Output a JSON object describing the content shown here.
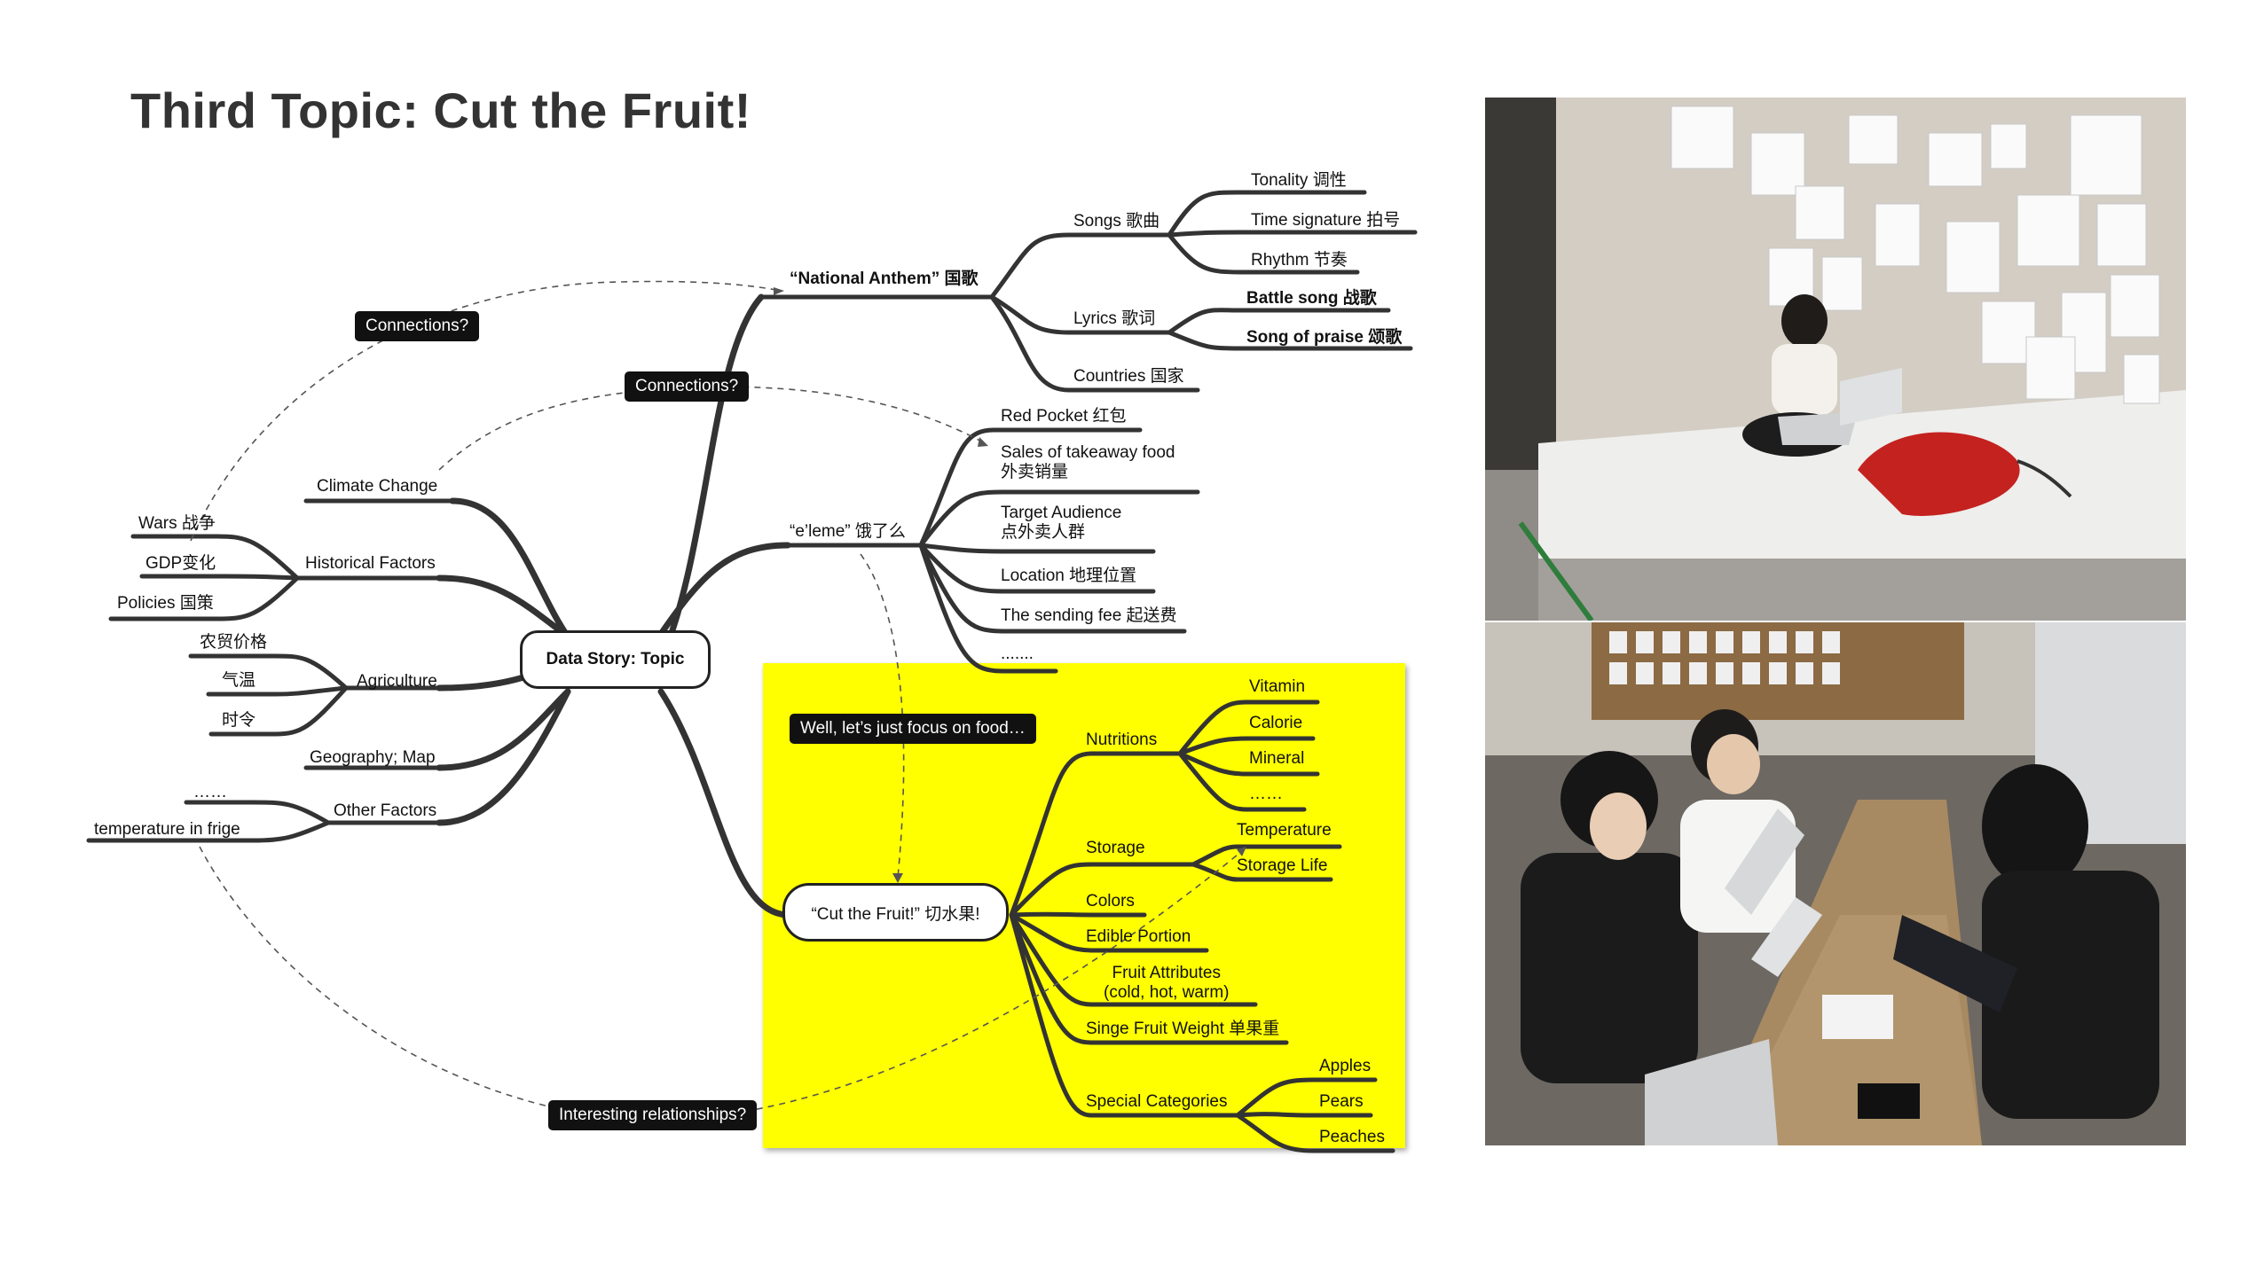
{
  "slide": {
    "title": "Third Topic: Cut the Fruit!"
  },
  "mindmap": {
    "central": "Data Story: Topic",
    "fruit_node": "“Cut the Fruit!” 切水果!",
    "branches": {
      "anthem": "“National Anthem” 国歌",
      "songs": "Songs 歌曲",
      "tonality": "Tonality 调性",
      "time_signature": "Time signature 拍号",
      "rhythm": "Rhythm 节奏",
      "lyrics": "Lyrics 歌词",
      "battle_song": "Battle song 战歌",
      "song_of_praise": "Song of praise 颂歌",
      "countries": "Countries 国家",
      "eleme": "“e’leme” 饿了么",
      "red_pocket": "Red Pocket 红包",
      "sales_line1": "Sales of takeaway food",
      "sales_line2": "外卖销量",
      "target_line1": "Target Audience",
      "target_line2": "点外卖人群",
      "location": "Location 地理位置",
      "sending_fee": "The sending fee 起送费",
      "eleme_more": ".......",
      "climate": "Climate Change",
      "historical": "Historical Factors",
      "wars": "Wars 战争",
      "gdp": "GDP变化",
      "policies": "Policies 国策",
      "agriculture": "Agriculture",
      "agri_price": "农贸价格",
      "temp_cn": "气温",
      "season": "时令",
      "geography": "Geography; Map",
      "other": "Other Factors",
      "other_more": "……",
      "frige": "temperature in frige"
    },
    "fruit": {
      "nutritions": "Nutritions",
      "vitamin": "Vitamin",
      "calorie": "Calorie",
      "mineral": "Mineral",
      "nutri_more": "……",
      "storage": "Storage",
      "temperature": "Temperature",
      "storage_life": "Storage Life",
      "colors": "Colors",
      "edible": "Edible Portion",
      "attributes_line1": "Fruit Attributes",
      "attributes_line2": "(cold, hot, warm)",
      "weight": "Singe Fruit Weight 单果重",
      "special": "Special Categories",
      "apples": "Apples",
      "pears": "Pears",
      "peaches": "Peaches"
    },
    "callouts": {
      "connections_1": "Connections?",
      "connections_2": "Connections?",
      "focus": "Well, let’s just focus on food…",
      "interesting": "Interesting relationships?"
    }
  },
  "photos": {
    "top": "workshop-photo-wall",
    "bottom": "workshop-photo-table"
  },
  "colors": {
    "highlight": "#ffff00",
    "line": "#333333",
    "callout_bg": "#111111"
  }
}
